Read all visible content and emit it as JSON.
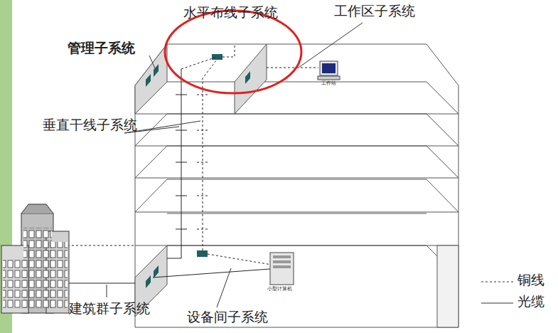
{
  "diagram": {
    "labels": [
      "水平布线子系统",
      "工作区子系统",
      "管理子系统",
      "垂直干线子系统",
      "工作站",
      "小型计算机",
      "建筑群子系统",
      "设备间子系统"
    ],
    "legend": [
      {
        "text": "铜线"
      },
      {
        "text": "光缆"
      }
    ]
  }
}
